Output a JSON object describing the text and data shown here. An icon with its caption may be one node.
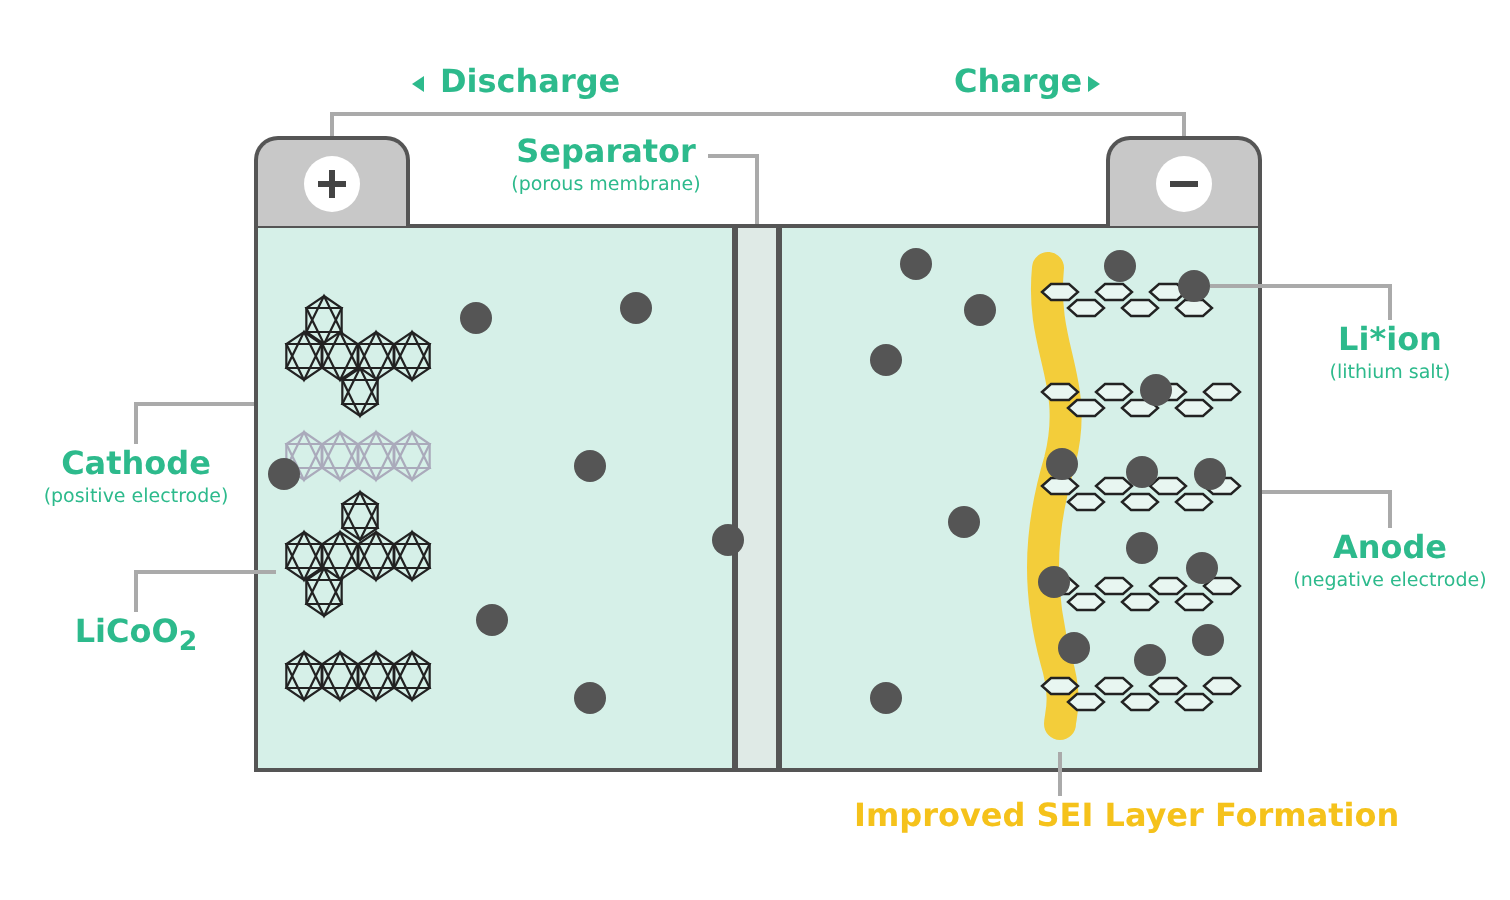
{
  "diagram": {
    "nodes": [
      {
        "text": [],
        "shape": "box"
      },
      {
        "text": [],
        "shape": "bar"
      },
      {
        "text": [],
        "shape": "box"
      },
      {
        "text": [],
        "shape": "box"
      },
      {
        "text": [],
        "shape": "box"
      },
      {
        "text": [
          "Separator",
          "(porous membrane)"
        ]
      },
      {
        "text": [
          "Li*ion",
          "(lithium salt)"
        ]
      },
      {
        "text": [],
        "shape": "circle",
        "in": 2
      },
      {
        "text": [
          "Cathode",
          "(positive electrode)"
        ]
      },
      {
        "text": [
          "LiCoO$_{2}$"
        ]
      },
      {
        "text": [],
        "shape": "picture",
        "in": 0
      },
      {
        "text": [
          "Anode",
          "(negative electrode)"
        ]
      },
      {
        "text": [],
        "shape": "bar",
        "in": 2
      },
      {
        "text": [
          "Improved SEI Layer Formation"
        ]
      }
    ],
    "edges": [
      {
        "from": 3,
        "to": 4,
        "arrow": "none"
      },
      {
        "from": 5,
        "to": 1,
        "arrow": "none"
      },
      {
        "from": 6,
        "to": 7,
        "arrow": "none"
      },
      {
        "from": 8,
        "to": 0,
        "arrow": "none"
      },
      {
        "from": 9,
        "to": 10,
        "arrow": "none"
      },
      {
        "from": 11,
        "to": 2,
        "arrow": "none"
      },
      {
        "from": 13,
        "to": 12,
        "arrow": "none"
      }
    ],
    "labels": [
      "Discharge",
      "Charge"
    ]
  }
}
